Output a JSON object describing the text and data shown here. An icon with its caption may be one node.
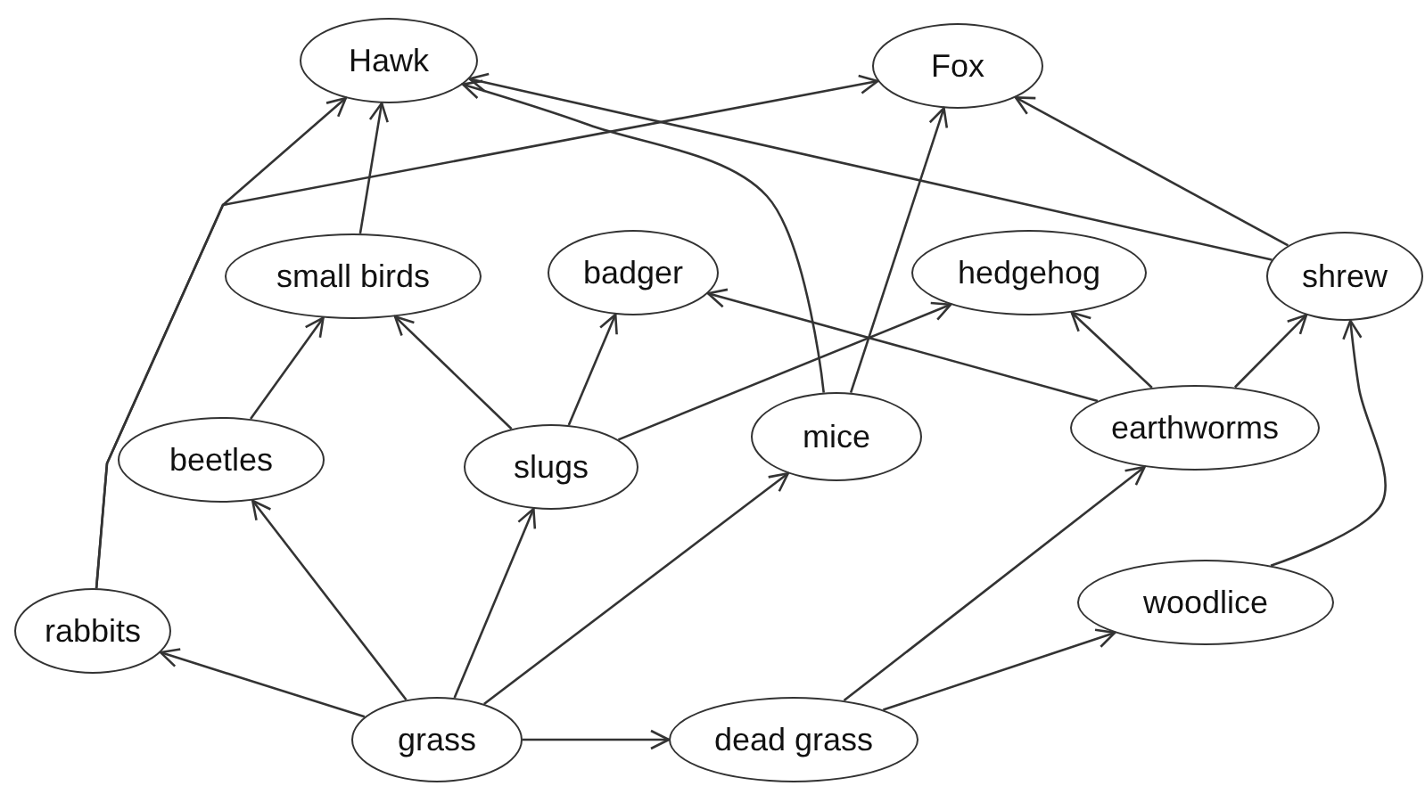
{
  "diagram": {
    "nodes": [
      {
        "text": [
          "Hawk"
        ]
      },
      {
        "text": [
          "Fox"
        ]
      },
      {
        "text": [
          "small birds"
        ]
      },
      {
        "text": [
          "badger"
        ]
      },
      {
        "text": [
          "hedgehog"
        ]
      },
      {
        "text": [
          "shrew"
        ]
      },
      {
        "text": [
          "beetles"
        ]
      },
      {
        "text": [
          "slugs"
        ]
      },
      {
        "text": [
          "mice"
        ]
      },
      {
        "text": [
          "earthworms"
        ]
      },
      {
        "text": [
          "rabbits"
        ]
      },
      {
        "text": [
          "woodlice"
        ]
      },
      {
        "text": [
          "grass"
        ]
      },
      {
        "text": [
          "dead grass"
        ]
      }
    ],
    "edges": [
      {
        "from": 12,
        "to": 10,
        "arrow": "to"
      },
      {
        "from": 12,
        "to": 6,
        "arrow": "to"
      },
      {
        "from": 12,
        "to": 7,
        "arrow": "to"
      },
      {
        "from": 12,
        "to": 8,
        "arrow": "to"
      },
      {
        "from": 12,
        "to": 13,
        "arrow": "to"
      },
      {
        "from": 13,
        "to": 9,
        "arrow": "to"
      },
      {
        "from": 13,
        "to": 11,
        "arrow": "to"
      },
      {
        "from": 11,
        "to": 5,
        "arrow": "to"
      },
      {
        "from": 9,
        "to": 5,
        "arrow": "to"
      },
      {
        "from": 9,
        "to": 4,
        "arrow": "to"
      },
      {
        "from": 9,
        "to": 3,
        "arrow": "to"
      },
      {
        "from": 7,
        "to": 4,
        "arrow": "to"
      },
      {
        "from": 7,
        "to": 3,
        "arrow": "to"
      },
      {
        "from": 7,
        "to": 2,
        "arrow": "to"
      },
      {
        "from": 6,
        "to": 2,
        "arrow": "to"
      },
      {
        "from": 2,
        "to": 0,
        "arrow": "to"
      },
      {
        "from": 10,
        "to": 0,
        "arrow": "to"
      },
      {
        "from": 10,
        "to": 1,
        "arrow": "to"
      },
      {
        "from": 8,
        "to": 0,
        "arrow": "to"
      },
      {
        "from": 8,
        "to": 1,
        "arrow": "to"
      },
      {
        "from": 5,
        "to": 0,
        "arrow": "to"
      },
      {
        "from": 5,
        "to": 1,
        "arrow": "to"
      }
    ]
  }
}
